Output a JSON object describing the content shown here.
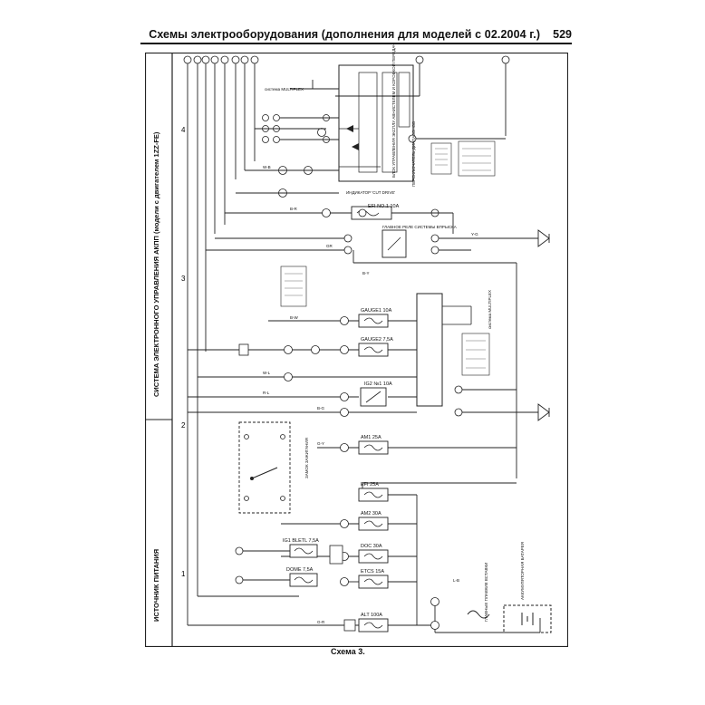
{
  "header": {
    "title": "Схемы электрооборудования (дополнения для моделей с 02.2004 г.)",
    "page_number": "529"
  },
  "side_labels": {
    "system": "СИСТЕМА ЭЛЕКТРОННОГО УПРАВЛЕНИЯ АКПП (модели с двигателем 1ZZ-FE)",
    "power": "ИСТОЧНИК ПИТАНИЯ"
  },
  "column_numbers": [
    "1",
    "2",
    "3",
    "4"
  ],
  "fuses": [
    "EFI NO.1 10A",
    "GAUGE1 10A",
    "GAUGE2 7,5A",
    "AM1 25A",
    "EFI 25A",
    "AM2 30A",
    "DOC 30A",
    "ETCS 15A",
    "ALT 100A",
    "IG1 BLETL 7,5A",
    "DOME 7,5A"
  ],
  "relays": [
    "IG2 №1 10A",
    "ГЛАВНОЕ РЕЛЕ СИСТЕМЫ ВПРЫСКА"
  ],
  "components": {
    "ecm": "БЛОК УПРАВЛЕНИЯ ЭКСПЛУ АВНИСТЕЛЕМ И КОРОБКОЙ ПЕРЕДАЧ",
    "multiplex_top": "система MULTIPLEX",
    "multiplex_mid": "система MULTIPLEX",
    "ignition_switch": "ЗАМОК ЗАЖИГАНИЯ",
    "battery": "АККУМУЛЯТОРНАЯ БАТАРЕЯ",
    "main_fuse": "ГЛАВНЫЕ ПЛАВКИЕ ВСТАВКИ",
    "indicator": "ИНДИКАТОР 'CUT DRIVE'",
    "connector": "ПЕРЕКЛЮЧАТЕЛЬ ДИАПАЗОНОВ"
  },
  "wire_colors": [
    "B-R",
    "B-Y",
    "W-B",
    "GR",
    "B-G",
    "G-R",
    "L-B",
    "B-W",
    "G-Y",
    "W-L",
    "Y-G",
    "R-L"
  ],
  "caption": "Схема 3."
}
